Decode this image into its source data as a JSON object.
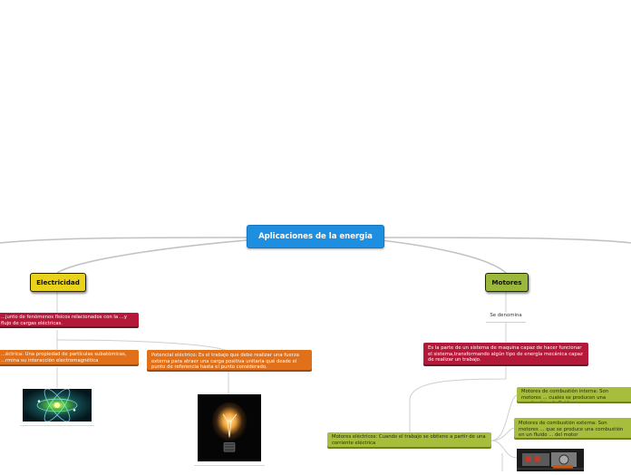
{
  "central": {
    "title": "Aplicaciones de la energia"
  },
  "topics": {
    "electricidad": {
      "label": "Electricidad",
      "children": [
        "...junto de fenómenos físicos relacionados con la ...y flujo de cargas eléctricas.",
        "...éctrica: Una propiedad de partículas subatómicas, ...rmina su interacción electromagnética",
        "Potencial eléctrico: Es el trabajo que debe realizar una fuerza externa para atraer una carga positiva unitaria qué desde el punto de referencia hasta el punto considerado."
      ]
    },
    "motores": {
      "label": "Motores",
      "connector": "Se denomina",
      "definition": "Es la parte de un sistema de maquina capaz de hacer funcionar el sistema,transformando algún tipo de energía mecánica capaz de realizar un trabajo.",
      "electricos": "Motores eléctricos: Cuando el trabajo se obtiene a partir de una corriente eléctrica",
      "combustion_interna": "Motores de combustión interna: Son motores ... cuales se producen una combustión de fluido ...",
      "combustion_externa": "Motores de combustión externa: Son motores ... que se produce una combustión en un fluido ... del motor"
    }
  },
  "colors": {
    "central": "#1e8fe0",
    "topic_yellow": "#e9d21b",
    "topic_green": "#9bb83a",
    "red": "#b5193a",
    "orange": "#e0701a",
    "green": "#a7be3c",
    "link": "#c2c2c2"
  },
  "images": {
    "atom": "atom-image",
    "bulb": "light-bulb-image",
    "engine": "engine-image"
  }
}
